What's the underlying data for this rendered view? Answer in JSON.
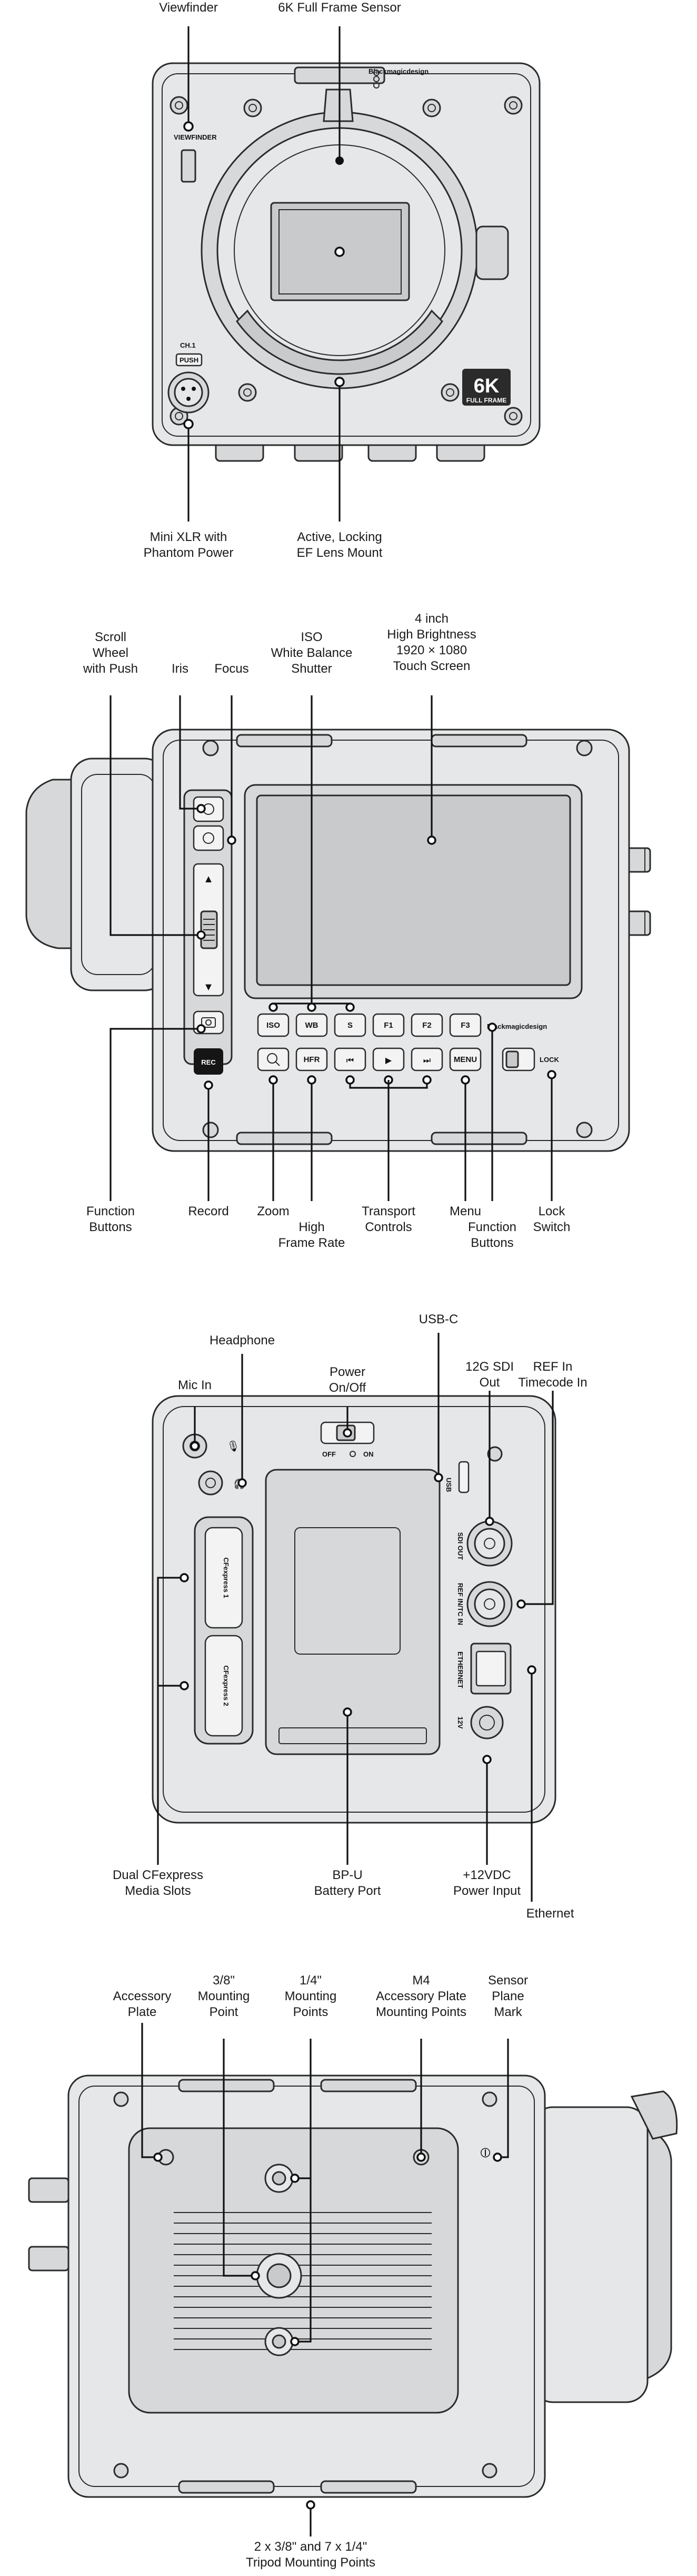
{
  "views": {
    "front": {
      "callouts": {
        "viewfinder": "Viewfinder",
        "sensor": "6K Full Frame Sensor",
        "mini_xlr": "Mini XLR with\nPhantom Power",
        "lens_mount": "Active, Locking\nEF Lens Mount"
      },
      "printed": {
        "brand": "Blackmagicdesign",
        "viewfinder_tag": "VIEWFINDER",
        "ch1": "CH.1",
        "push": "PUSH",
        "badge_big": "6K",
        "badge_small": "FULL FRAME"
      }
    },
    "side": {
      "callouts": {
        "scroll_wheel": "Scroll\nWheel\nwith Push",
        "iris": "Iris",
        "focus": "Focus",
        "iso_wb_shutter": "ISO\nWhite Balance\nShutter",
        "touch_screen": "4 inch\nHigh Brightness\n1920 × 1080\nTouch Screen",
        "function_buttons_left": "Function\nButtons",
        "record": "Record",
        "zoom": "Zoom",
        "hfr": "High\nFrame Rate",
        "transport": "Transport\nControls",
        "menu": "Menu",
        "function_buttons_right": "Function\nButtons",
        "lock_switch": "Lock\nSwitch"
      },
      "buttons": {
        "iso": "ISO",
        "wb": "WB",
        "s": "S",
        "f1": "F1",
        "f2": "F2",
        "f3": "F3",
        "hfr": "HFR",
        "menu": "MENU",
        "rec": "REC",
        "lock": "LOCK",
        "brand": "Blackmagicdesign"
      }
    },
    "rear": {
      "callouts": {
        "mic_in": "Mic In",
        "headphone": "Headphone",
        "power": "Power\nOn/Off",
        "usb_c": "USB-C",
        "sdi_out": "12G SDI\nOut",
        "ref_in": "REF In\nTimecode In",
        "cfexpress": "Dual CFexpress\nMedia Slots",
        "battery": "BP-U\nBattery Port",
        "dc_in": "+12VDC\nPower Input",
        "ethernet": "Ethernet"
      },
      "printed": {
        "off": "OFF",
        "on": "ON",
        "usb": "USB",
        "sdi_out": "SDI OUT",
        "ref_tc_in": "REF IN/TC IN",
        "ethernet": "ETHERNET",
        "v12": "12V",
        "cf1": "CFexpress 1",
        "cf2": "CFexpress 2"
      }
    },
    "bottom": {
      "callouts": {
        "accessory_plate": "Accessory\nPlate",
        "mount_38": "3/8\"\nMounting\nPoint",
        "mount_14": "1/4\"\nMounting\nPoints",
        "m4": "M4\nAccessory Plate\nMounting Points",
        "sensor_plane": "Sensor\nPlane\nMark",
        "tripod": "2 x 3/8\" and 7 x 1/4\"\nTripod Mounting Points"
      }
    }
  }
}
